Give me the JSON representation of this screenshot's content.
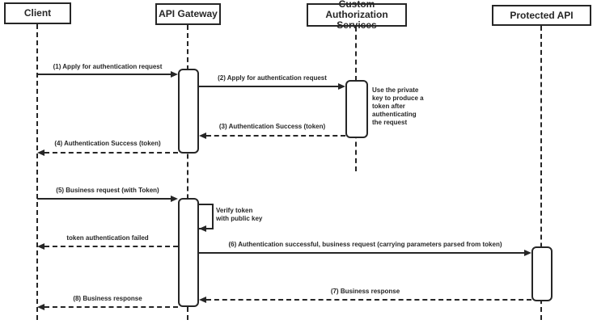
{
  "diagram": {
    "type": "uml-sequence",
    "participants": [
      {
        "name": "Client"
      },
      {
        "name": "API Gateway"
      },
      {
        "name": "Custom Authorization Services"
      },
      {
        "name": "Protected API"
      }
    ],
    "messages": [
      {
        "label": "(1) Apply for authentication request",
        "from": "Client",
        "to": "API Gateway",
        "line": "solid"
      },
      {
        "label": "(2) Apply for authentication request",
        "from": "API Gateway",
        "to": "Custom Authorization Services",
        "line": "solid"
      },
      {
        "label": "(3) Authentication Success (token)",
        "from": "Custom Authorization Services",
        "to": "API Gateway",
        "line": "dashed"
      },
      {
        "label": "(4) Authentication Success (token)",
        "from": "API Gateway",
        "to": "Client",
        "line": "dashed"
      },
      {
        "label": "(5) Business request (with Token)",
        "from": "Client",
        "to": "API Gateway",
        "line": "solid"
      },
      {
        "label": "Verify token with public key",
        "from": "API Gateway",
        "to": "API Gateway",
        "line": "solid",
        "kind": "self-message"
      },
      {
        "label": "token authentication failed",
        "from": "API Gateway",
        "to": "Client",
        "line": "dashed"
      },
      {
        "label": "(6) Authentication successful, business request (carrying parameters parsed from token)",
        "from": "API Gateway",
        "to": "Protected API",
        "line": "solid"
      },
      {
        "label": "(7) Business response",
        "from": "Protected API",
        "to": "API Gateway",
        "line": "dashed"
      },
      {
        "label": "(8) Business response",
        "from": "API Gateway",
        "to": "Client",
        "line": "dashed"
      }
    ],
    "notes": [
      {
        "label": "Use the private key to produce a token after authenticating the request",
        "attached_to": "Custom Authorization Services"
      }
    ],
    "colors": {
      "stroke": "#262626",
      "fill": "#ffffff",
      "background": "#ffffff"
    }
  }
}
